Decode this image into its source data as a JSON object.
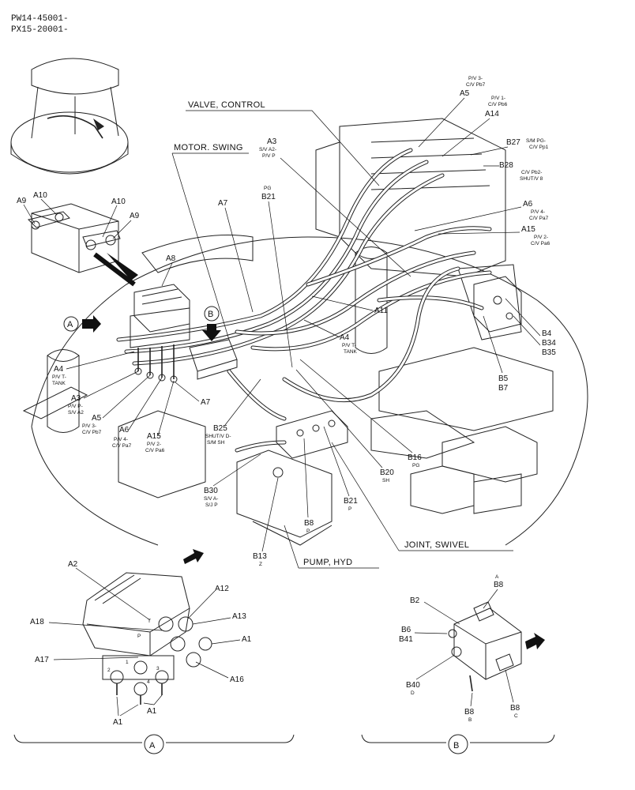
{
  "header": {
    "line1": "PW14-45001-",
    "line2": "PX15-20001-"
  },
  "titles": {
    "valve_control": "VALVE, CONTROL",
    "motor_swing": "MOTOR. SWING",
    "joint_swivel": "JOINT, SWIVEL",
    "pump_hyd": "PUMP, HYD"
  },
  "views": {
    "a": "A",
    "b": "B"
  },
  "callouts": {
    "a9_left": "A9",
    "a10_left": "A10",
    "a10_right": "A10",
    "a9_right": "A9",
    "a7_top": "A7",
    "a8": "A8",
    "a3_top": "A3",
    "a3_top_sub1": "S/V A2-",
    "a3_top_sub2": "P/V P",
    "pg_b21": "PG",
    "b21_top": "B21",
    "p3_sub1": "P/V 3-",
    "p3_sub2": "C/V Pb7",
    "a5_top": "A5",
    "p1_sub1": "P/V 1-",
    "p1_sub2": "C/V Pb6",
    "a14": "A14",
    "b27": "B27",
    "b27_sub1": "S/M PG-",
    "b27_sub2": "C/V Pp1",
    "b28": "B28",
    "b28_sub1": "C/V Pb2-",
    "b28_sub2": "SHUT/V 8",
    "a6_right": "A6",
    "a6_right_sub1": "P/V 4-",
    "a6_right_sub2": "C/V Pa7",
    "a15_right": "A15",
    "a15_right_sub1": "P/V 2-",
    "a15_right_sub2": "C/V Pa6",
    "a11": "A11",
    "a4_mid": "A4",
    "a4_mid_sub1": "P/V T-",
    "a4_mid_sub2": "TANK",
    "b4": "B4",
    "b34": "B34",
    "b35": "B35",
    "b5": "B5",
    "b7": "B7",
    "a4_left": "A4",
    "a4_left_sub1": "P/V T-",
    "a4_left_sub2": "TANK",
    "a3_left": "A3",
    "a3_left_sub1": "P/V P-",
    "a3_left_sub2": "S/V A2",
    "a5_left": "A5",
    "a5_left_sub1": "P/V 3-",
    "a5_left_sub2": "C/V Pb7",
    "a6_left": "A6",
    "a6_left_sub1": "P/V 4-",
    "a6_left_sub2": "C/V Pa7",
    "a15_left": "A15",
    "a15_left_sub1": "P/V 2-",
    "a15_left_sub2": "C/V Pa6",
    "a7_bottom": "A7",
    "b25": "B25",
    "b25_sub1": "SHUT/V D-",
    "b25_sub2": "S/M SH",
    "b16": "B16",
    "b16_sub": "PG",
    "b20": "B20",
    "b20_sub": "SH",
    "b30": "B30",
    "b30_sub1": "S/V A-",
    "b30_sub2": "S/J P",
    "b21_bottom": "B21",
    "b21_bottom_sub": "P",
    "b8_mid": "B8",
    "b8_mid_sub": "P",
    "b13": "B13",
    "b13_sub": "Z",
    "a2": "A2",
    "a12": "A12",
    "a13": "A13",
    "a18": "A18",
    "a1_right": "A1",
    "a17": "A17",
    "a16": "A16",
    "a1_bottom_left": "A1",
    "a1_bottom_right": "A1",
    "port_t": "T",
    "port_p": "P",
    "port_1": "1",
    "port_2": "2",
    "port_3": "3",
    "port_4": "4",
    "b8_top_sub": "A",
    "b8_top": "B8",
    "b2": "B2",
    "b6": "B6",
    "b41": "B41",
    "b40": "B40",
    "b40_sub": "D",
    "b8_bl": "B8",
    "b8_bl_sub": "B",
    "b8_br": "B8",
    "b8_br_sub": "C"
  }
}
